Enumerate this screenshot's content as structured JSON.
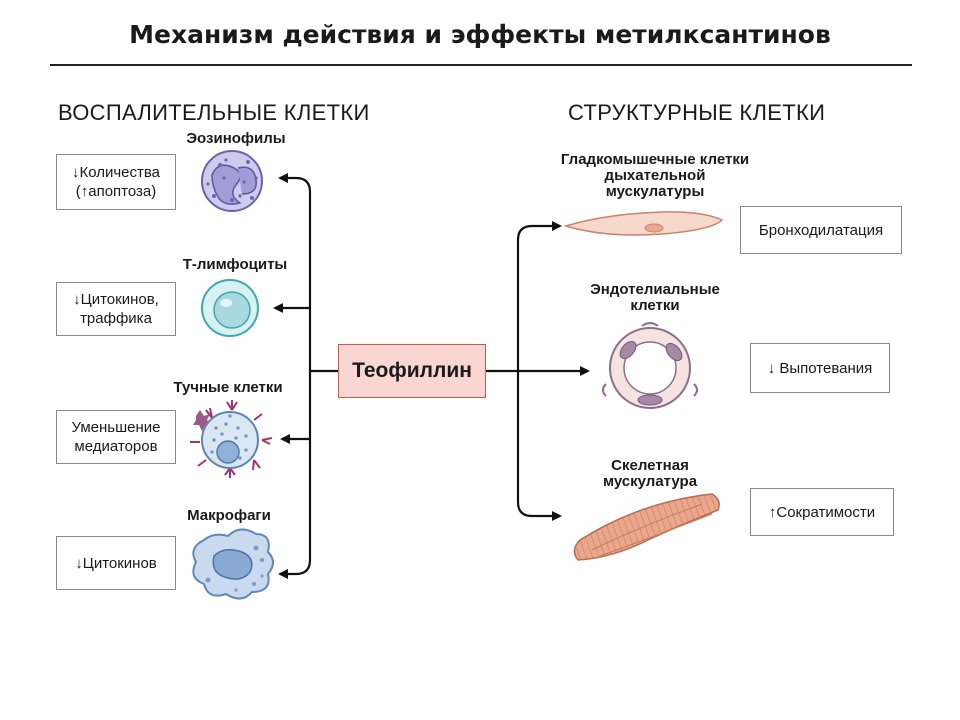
{
  "title": "Механизм действия и эффекты метилксантинов",
  "sections": {
    "left": "ВОСПАЛИТЕЛЬНЫЕ КЛЕТКИ",
    "right": "СТРУКТУРНЫЕ КЛЕТКИ"
  },
  "drug": "Теофиллин",
  "inflammatory_cells": [
    {
      "label": "Эозинофилы",
      "effect_line1": "Количества",
      "effect_line2": "апоптоза",
      "arrow1": "↓",
      "arrow2": "↑",
      "paren_open": "(",
      "paren_close": ")"
    },
    {
      "label": "Т-лимфоциты",
      "effect_line1": "Цитокинов,",
      "effect_line2": "траффика",
      "arrow1": "↓"
    },
    {
      "label": "Тучные клетки",
      "effect_line1": "Уменьшение",
      "effect_line2": "медиаторов"
    },
    {
      "label": "Макрофаги",
      "effect_line1": "Цитокинов",
      "arrow1": "↓"
    }
  ],
  "structural_cells": [
    {
      "label_line1": "Гладкомышечные клетки",
      "label_line2": "дыхательной",
      "label_line3": "мускулатуры",
      "effect": "Бронходилатация"
    },
    {
      "label_line1": "Эндотелиальные",
      "label_line2": "клетки",
      "effect": "Выпотевания",
      "arrow": "↓"
    },
    {
      "label_line1": "Скелетная",
      "label_line2": "мускулатура",
      "effect": "Сократимости",
      "arrow": "↑"
    }
  ],
  "colors": {
    "drug_fill": "#f9d6d2",
    "drug_border": "#d9534f",
    "eosinophil": "#c9c6ea",
    "lymphocyte": "#bfe6ea",
    "mast_cell": "#d6e3f2",
    "macrophage": "#b9d0ec",
    "muscle": "#e9a98f"
  }
}
